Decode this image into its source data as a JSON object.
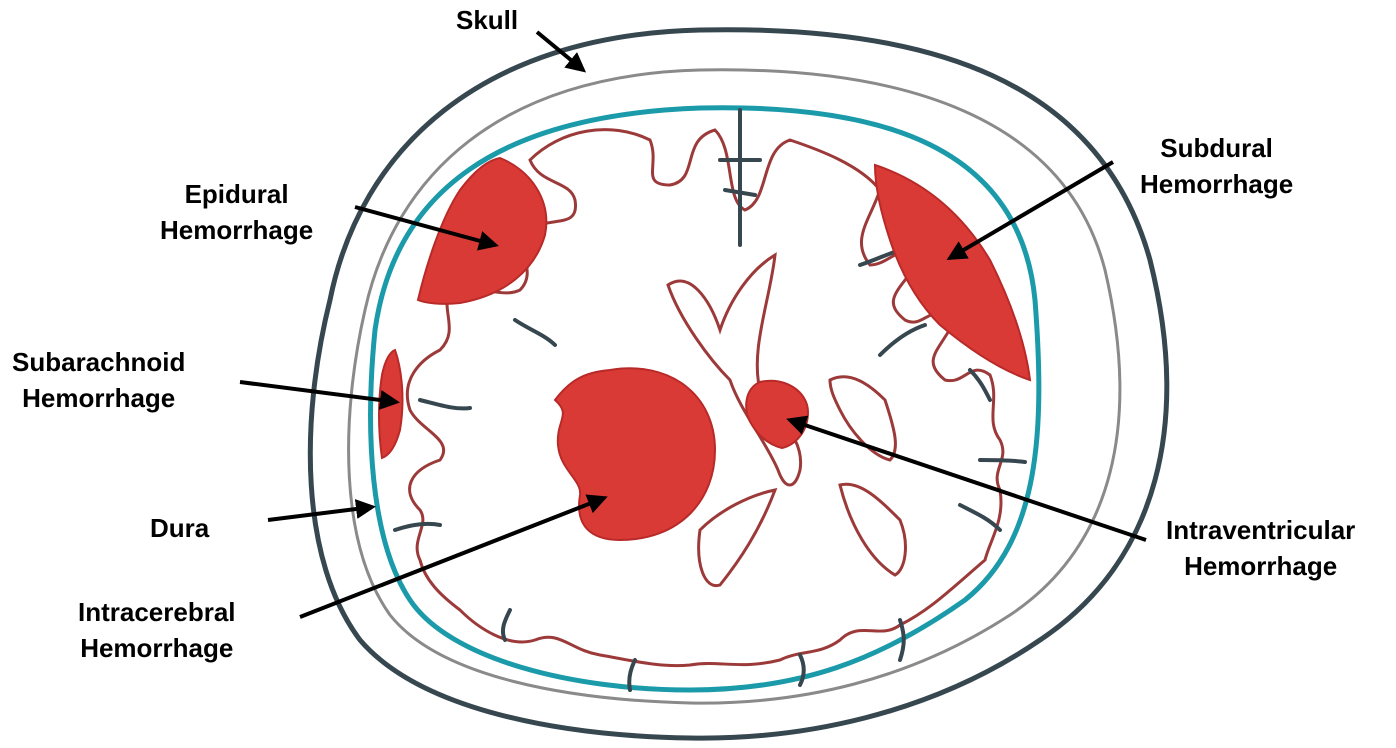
{
  "labels": {
    "skull": "Skull",
    "epidural": [
      "Epidural",
      "Hemorrhage"
    ],
    "subdural": [
      "Subdural",
      "Hemorrhage"
    ],
    "subarachnoid": [
      "Subarachnoid",
      "Hemorrhage"
    ],
    "dura": "Dura",
    "intracerebral": [
      "Intracerebral",
      "Hemorrhage"
    ],
    "intraventricular": [
      "Intraventricular",
      "Hemorrhage"
    ]
  },
  "colors": {
    "skull": "#37474f",
    "inner_table": "#8a8a8a",
    "dura": "#1b9aaa",
    "brain_outline": "#9c3a3a",
    "hemorrhage": "#d93a36",
    "sulcus": "#37474f",
    "arrow": "#000000"
  }
}
